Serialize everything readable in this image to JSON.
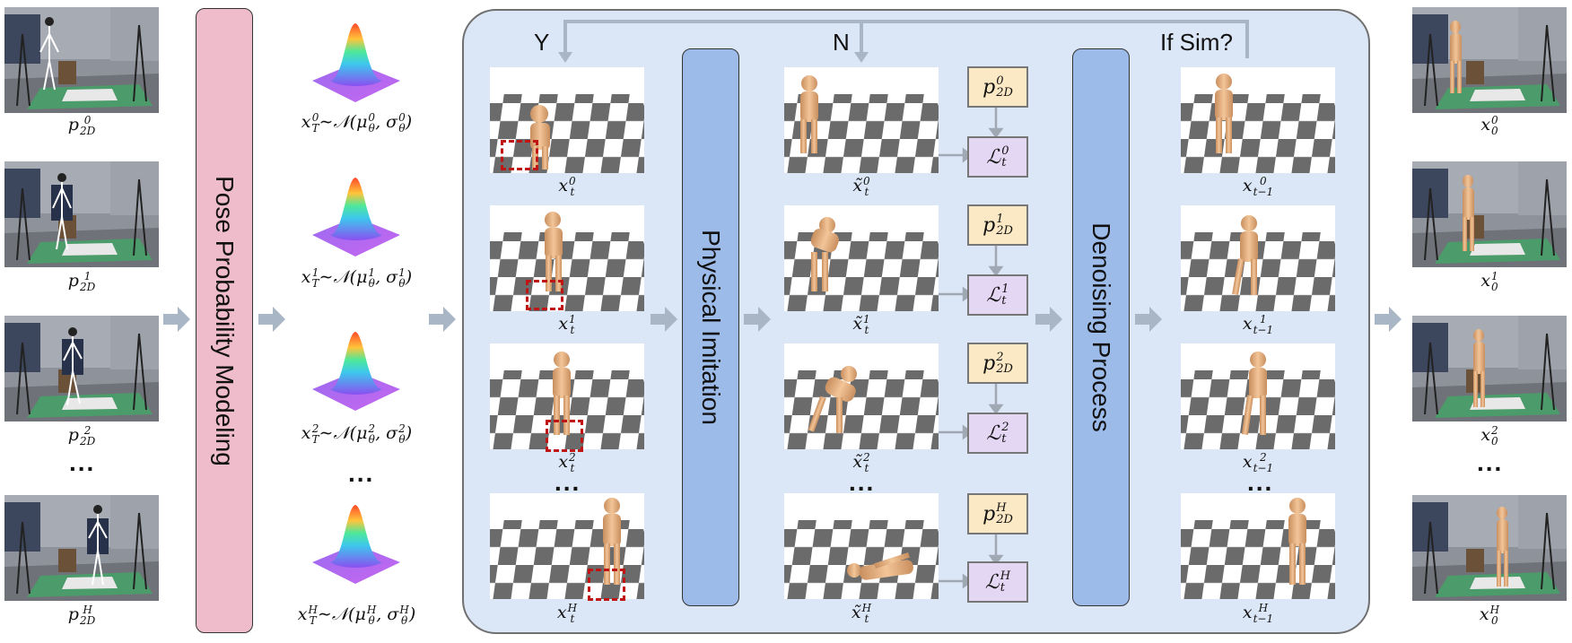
{
  "inputs": {
    "captions": [
      {
        "base": "p",
        "sup": "0",
        "sub": "2D"
      },
      {
        "base": "p",
        "sup": "1",
        "sub": "2D"
      },
      {
        "base": "p",
        "sup": "2",
        "sub": "2D"
      },
      {
        "base": "p",
        "sup": "H",
        "sub": "2D"
      }
    ],
    "ellipsis": "..."
  },
  "pose_modeling": {
    "label": "Pose Probability Modeling",
    "color": "#efbccb"
  },
  "distributions": {
    "items": [
      {
        "idx": "0"
      },
      {
        "idx": "1"
      },
      {
        "idx": "2"
      },
      {
        "idx": "H"
      }
    ],
    "x_sub": "T",
    "mu": "μ",
    "sigma": "σ",
    "param_sub": "θ",
    "normal": "𝒩",
    "ellipsis": "..."
  },
  "panel": {
    "loop_yes": "Y",
    "loop_no": "N",
    "loop_question": "If Sim?",
    "physical_imitation": {
      "label": "Physical Imitation",
      "color": "#9dbbe9"
    },
    "denoising": {
      "label": "Denoising Process",
      "color": "#9dbbe9"
    },
    "sim_inputs": {
      "captions": [
        {
          "base": "x",
          "sup": "0",
          "sub": "t"
        },
        {
          "base": "x",
          "sup": "1",
          "sub": "t"
        },
        {
          "base": "x",
          "sup": "2",
          "sub": "t"
        },
        {
          "base": "x",
          "sup": "H",
          "sub": "t"
        }
      ]
    },
    "sim_outputs": {
      "captions": [
        {
          "base": "x̃",
          "sup": "0",
          "sub": "t"
        },
        {
          "base": "x̃",
          "sup": "1",
          "sub": "t"
        },
        {
          "base": "x̃",
          "sup": "2",
          "sub": "t"
        },
        {
          "base": "x̃",
          "sup": "H",
          "sub": "t"
        }
      ]
    },
    "p_boxes": [
      {
        "base": "p",
        "sup": "0",
        "sub": "2D"
      },
      {
        "base": "p",
        "sup": "1",
        "sub": "2D"
      },
      {
        "base": "p",
        "sup": "2",
        "sub": "2D"
      },
      {
        "base": "p",
        "sup": "H",
        "sub": "2D"
      }
    ],
    "l_boxes": [
      {
        "base": "ℒ",
        "sup": "0",
        "sub": "t"
      },
      {
        "base": "ℒ",
        "sup": "1",
        "sub": "t"
      },
      {
        "base": "ℒ",
        "sup": "2",
        "sub": "t"
      },
      {
        "base": "ℒ",
        "sup": "H",
        "sub": "t"
      }
    ],
    "denoised": {
      "captions": [
        {
          "base": "x",
          "sup": "0",
          "sub": "t−1"
        },
        {
          "base": "x",
          "sup": "1",
          "sub": "t−1"
        },
        {
          "base": "x",
          "sup": "2",
          "sub": "t−1"
        },
        {
          "base": "x",
          "sup": "H",
          "sub": "t−1"
        }
      ]
    },
    "ellipsis": "..."
  },
  "outputs": {
    "captions": [
      {
        "base": "x",
        "sup": "0",
        "sub": "0"
      },
      {
        "base": "x",
        "sup": "1",
        "sub": "0"
      },
      {
        "base": "x",
        "sup": "2",
        "sub": "0"
      },
      {
        "base": "x",
        "sup": "H",
        "sub": "0"
      }
    ],
    "ellipsis": "..."
  },
  "colors": {
    "arrow": "#a9b6c6",
    "panel_bg": "#dbe6f6",
    "highlight": "#c01515"
  }
}
